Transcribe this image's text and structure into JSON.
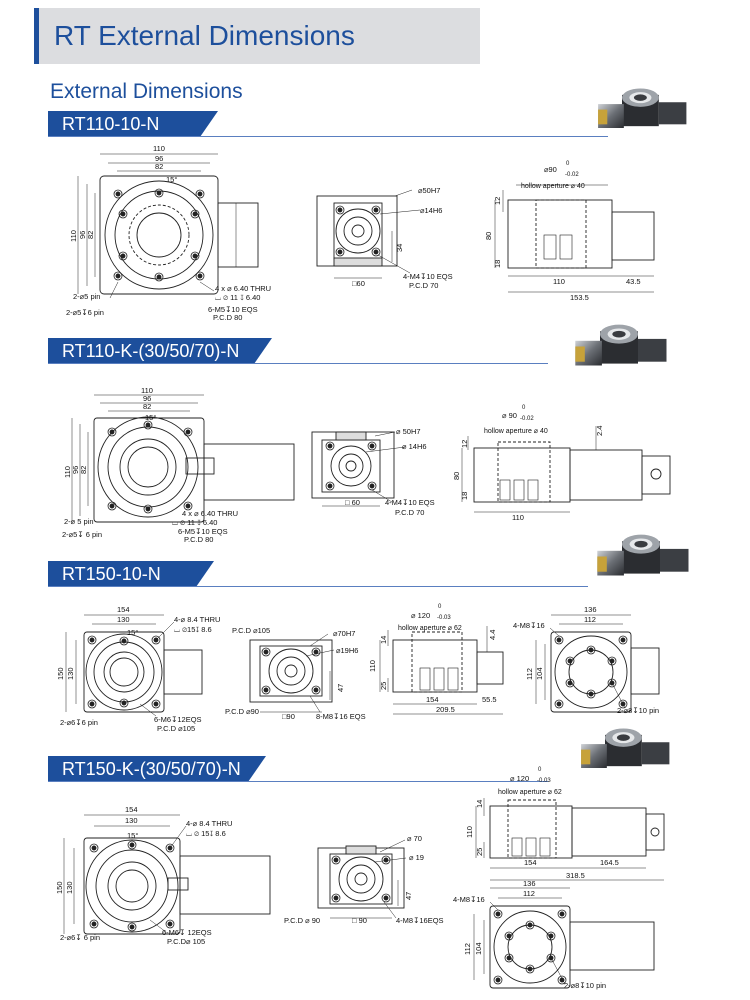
{
  "header": {
    "title": "RT External Dimensions"
  },
  "subtitle": "External Dimensions",
  "sections": [
    {
      "label": "RT110-10-N"
    },
    {
      "label": "RT110-K-(30/50/70)-N"
    },
    {
      "label": "RT150-10-N"
    },
    {
      "label": "RT150-K-(30/50/70)-N"
    }
  ],
  "s1": {
    "d110": "110",
    "d96": "96",
    "d82": "82",
    "ang": "15°",
    "h110": "110",
    "h96": "96",
    "h82": "82",
    "holes1": "4 x ⌀ 6.40 THRU",
    "holes2": "⌴ ⌀ 11 ↧ 6.40",
    "pin1": "2-⌀5 pin",
    "pin2": "2-⌀5↧6 pin",
    "m5": "6-M5↧10 EQS",
    "pcd": "P.C.D 80",
    "s_50h7": "⌀50H7",
    "s_14h6": "⌀14H6",
    "s_34": "34",
    "s_m4": "4-M4↧10 EQS",
    "s_pcd": "P.C.D 70",
    "s_60": "□60",
    "r_90": "⌀90",
    "r_tol_up": "0",
    "r_tol_dn": "-0.02",
    "r_hollow": "hollow aperture ⌀ 40",
    "r_12": "12",
    "r_80": "80",
    "r_18": "18",
    "r_110": "110",
    "r_435": "43.5",
    "r_1535": "153.5"
  },
  "s2": {
    "d110": "110",
    "d96": "96",
    "d82": "82",
    "ang": "15°",
    "h110": "110",
    "h96": "96",
    "h82": "82",
    "holes1": "4 x ⌀ 6.40 THRU",
    "holes2": "⌴ ⌀ 11 ↧ 6.40",
    "pin1": "2-⌀ 5 pin",
    "pin2": "2-⌀5↧ 6 pin",
    "m5": "6-M5↧10 EQS",
    "pcd": "P.C.D 80",
    "s_50h7": "⌀ 50H7",
    "s_14h6": "⌀ 14H6",
    "s_m4": "4-M4↧10 EQS",
    "s_pcd": "P.C.D 70",
    "s_60": "□ 60",
    "r_90": "⌀ 90",
    "r_tol_up": "0",
    "r_tol_dn": "-0.02",
    "r_hollow": "hollow aperture ⌀ 40",
    "r_12": "12",
    "r_80": "80",
    "r_18": "18",
    "r_110": "110",
    "r_24": "2.4"
  },
  "s3": {
    "d154": "154",
    "d130": "130",
    "ang": "15°",
    "h150": "150",
    "h130": "130",
    "holes1": "4-⌀ 8.4 THRU",
    "holes2": "⌴ ⌀15↧ 8.6",
    "pin": "2-⌀6↧6 pin",
    "m6": "6-M6↧12EQS",
    "pcd": "P.C.D ⌀105",
    "s_pcd105": "P.C.D ⌀105",
    "s_70h7": "⌀70H7",
    "s_19h6": "⌀19H6",
    "s_47": "47",
    "s_pcd90": "P.C.D ⌀90",
    "s_90": "□90",
    "s_m8": "8-M8↧16 EQS",
    "r_120": "⌀ 120",
    "r_tol_up": "0",
    "r_tol_dn": "-0.03",
    "r_hollow": "hollow aperture ⌀ 62",
    "r_14": "14",
    "r_44": "4.4",
    "r_110": "110",
    "r_25": "25",
    "r_154": "154",
    "r_555": "55.5",
    "r_2095": "209.5",
    "b_136": "136",
    "b_112": "112",
    "b_m8": "4-M8↧16",
    "b_112v": "112",
    "b_104": "104",
    "b_pin": "2-⌀8↧10 pin"
  },
  "s4": {
    "d154": "154",
    "d130": "130",
    "ang": "15°",
    "h150": "150",
    "h130": "130",
    "holes1": "4-⌀ 8.4 THRU",
    "holes2": "⌴ ⌀ 15↧ 8.6",
    "pin": "2-⌀6↧ 6 pin",
    "m6": "6-M6↧ 12EQS",
    "pcd": "P.C.D⌀ 105",
    "s_70": "⌀ 70",
    "s_19": "⌀ 19",
    "s_47": "47",
    "s_pcd90": "P.C.D ⌀ 90",
    "s_90": "□ 90",
    "s_m8": "4-M8↧16EQS",
    "r_120": "⌀ 120",
    "r_tol_up": "0",
    "r_tol_dn": "-0.03",
    "r_hollow": "hollow aperture ⌀ 62",
    "r_14": "14",
    "r_110": "110",
    "r_25": "25",
    "r_154": "154",
    "r_1645": "164.5",
    "r_3185": "318.5",
    "b_136": "136",
    "b_112": "112",
    "b_m8": "4-M8↧16",
    "b_112v": "112",
    "b_104": "104",
    "b_pin": "2-⌀8↧10 pin"
  },
  "colors": {
    "accent": "#1d4f9c",
    "header_bg": "#dcdde0"
  }
}
